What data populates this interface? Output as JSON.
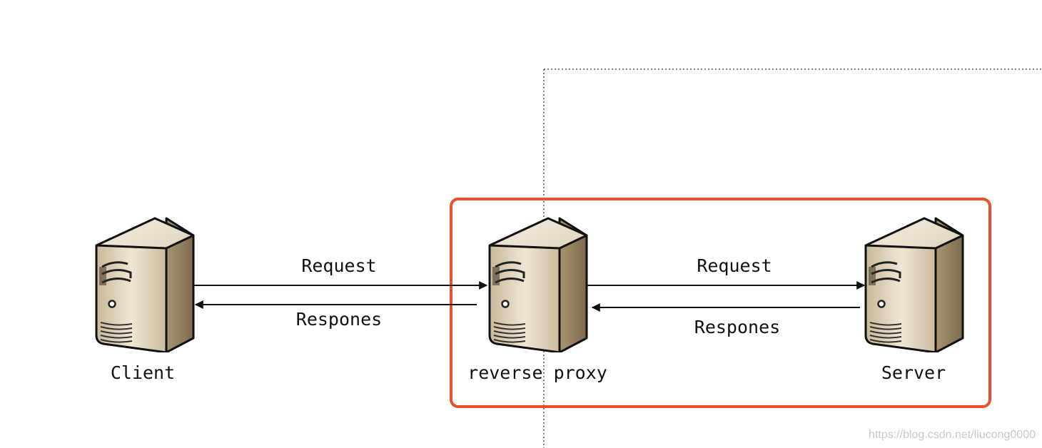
{
  "nodes": {
    "client": {
      "label": "Client",
      "icon": "server-tower-icon"
    },
    "proxy": {
      "label": "reverse proxy",
      "icon": "server-tower-icon"
    },
    "server": {
      "label": "Server",
      "icon": "server-tower-icon"
    }
  },
  "arrows": {
    "client_to_proxy_request": "Request",
    "proxy_to_client_response": "Respones",
    "proxy_to_server_request": "Request",
    "server_to_proxy_response": "Respones"
  },
  "highlight_color": "#e8502e",
  "watermark": "https://blog.csdn.net/liucong0000"
}
